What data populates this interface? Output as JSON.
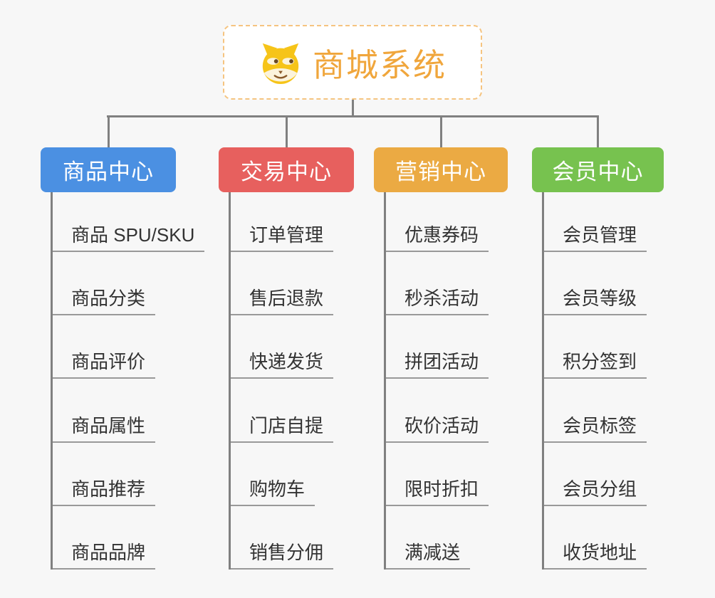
{
  "root": {
    "title": "商城系统",
    "icon": "shiba-dog-icon",
    "text_color": "#f0a63c",
    "border_color": "#f5c480"
  },
  "style": {
    "background_color": "#f7f7f7",
    "connector_color": "#808080",
    "leaf_line_color": "#999999",
    "leaf_text_color": "#333333"
  },
  "branches": [
    {
      "label": "商品中心",
      "color": "#4b90e2",
      "items": [
        "商品 SPU/SKU",
        "商品分类",
        "商品评价",
        "商品属性",
        "商品推荐",
        "商品品牌"
      ]
    },
    {
      "label": "交易中心",
      "color": "#e7605e",
      "items": [
        "订单管理",
        "售后退款",
        "快递发货",
        "门店自提",
        "购物车",
        "销售分佣"
      ]
    },
    {
      "label": "营销中心",
      "color": "#ebaa43",
      "items": [
        "优惠券码",
        "秒杀活动",
        "拼团活动",
        "砍价活动",
        "限时折扣",
        "满减送"
      ]
    },
    {
      "label": "会员中心",
      "color": "#77c24f",
      "items": [
        "会员管理",
        "会员等级",
        "积分签到",
        "会员标签",
        "会员分组",
        "收货地址"
      ]
    }
  ]
}
